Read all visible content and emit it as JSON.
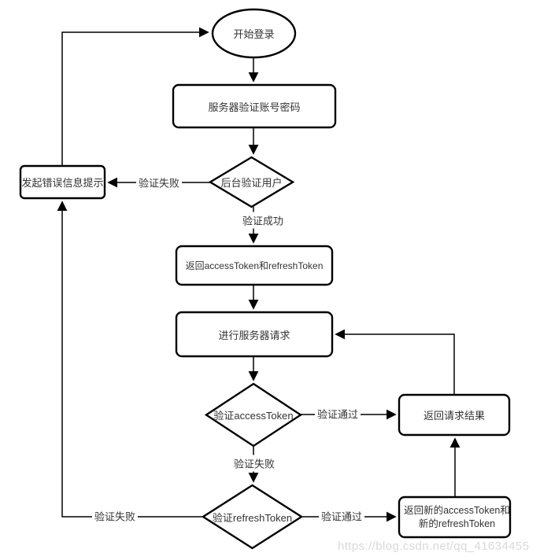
{
  "diagram": {
    "title": "login-token-flowchart",
    "nodes": {
      "start": {
        "label": "开始登录",
        "shape": "ellipse"
      },
      "verify_account": {
        "label": "服务器验证账号密码",
        "shape": "rect"
      },
      "error_prompt": {
        "label": "发起错误信息提示",
        "shape": "rect"
      },
      "backend_verify": {
        "label": "后台验证用户",
        "shape": "diamond"
      },
      "return_tokens": {
        "label": "返回accessToken和refreshToken",
        "shape": "rect"
      },
      "server_request": {
        "label": "进行服务器请求",
        "shape": "rect"
      },
      "verify_access_token": {
        "label": "验证accessToken",
        "shape": "diamond"
      },
      "return_result": {
        "label": "返回请求结果",
        "shape": "rect"
      },
      "verify_refresh_token": {
        "label": "验证refreshToken",
        "shape": "diamond"
      },
      "return_new_tokens": {
        "label": "返回新的accessToken和新的refreshToken",
        "shape": "rect"
      }
    },
    "edge_labels": {
      "backend_fail": "验证失败",
      "backend_success": "验证成功",
      "access_pass": "验证通过",
      "access_fail": "验证失败",
      "refresh_pass": "验证通过",
      "refresh_fail": "验证失败"
    },
    "colors": {
      "stroke": "#000000",
      "text": "#333333",
      "background": "#ffffff",
      "watermark": "#d9d9d9"
    }
  },
  "watermark": {
    "text": "https://blog.csdn.net/qq_41634455"
  }
}
